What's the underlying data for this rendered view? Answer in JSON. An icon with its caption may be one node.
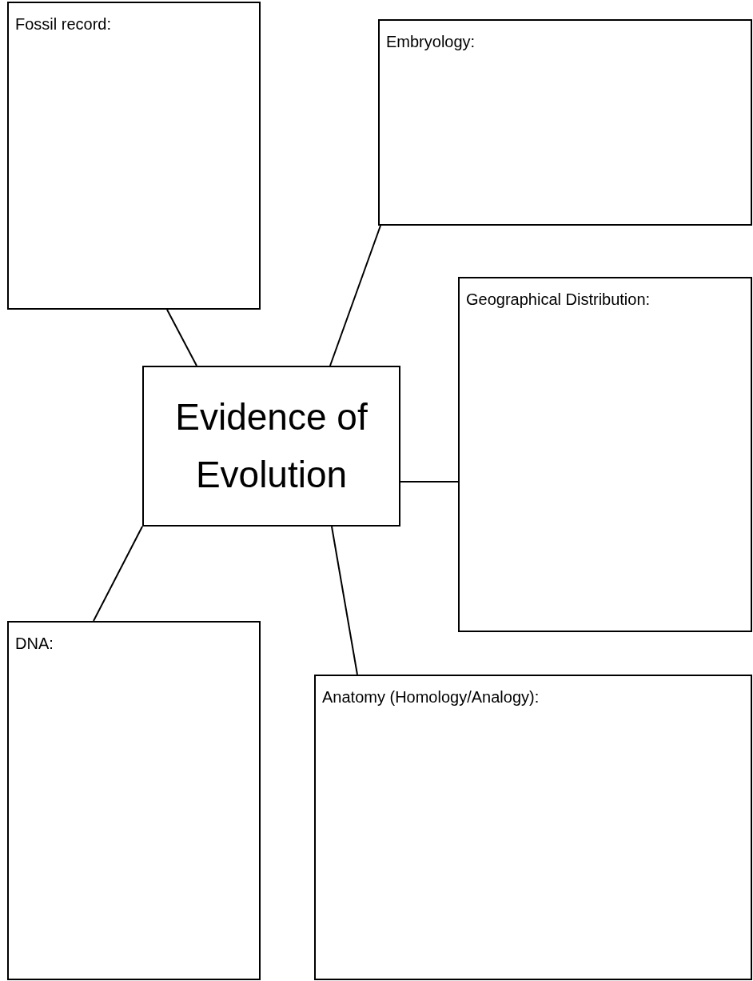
{
  "diagram": {
    "nodes": [
      {
        "text": [
          "Fossil record:"
        ]
      },
      {
        "text": [
          "Embryology:"
        ]
      },
      {
        "text": [
          "Geographical Distribution:"
        ]
      },
      {
        "text": [
          "Evidence of Evolution"
        ]
      },
      {
        "text": [
          "DNA:"
        ]
      },
      {
        "text": [
          "Anatomy (Homology/Analogy):"
        ]
      }
    ],
    "edges": [
      {
        "from": 3,
        "to": 0,
        "arrow": "none"
      },
      {
        "from": 3,
        "to": 1,
        "arrow": "none"
      },
      {
        "from": 3,
        "to": 2,
        "arrow": "none"
      },
      {
        "from": 3,
        "to": 4,
        "arrow": "none"
      },
      {
        "from": 3,
        "to": 5,
        "arrow": "none"
      }
    ]
  }
}
